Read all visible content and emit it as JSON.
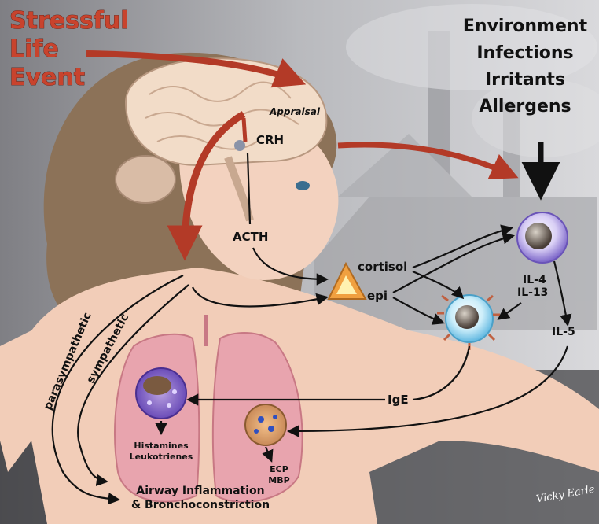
{
  "diagram": {
    "title_lines": [
      "Stressful",
      "Life",
      "Event"
    ],
    "triggers": [
      "Environment",
      "Infections",
      "Irritants",
      "Allergens"
    ],
    "labels": {
      "appraisal": "Appraisal",
      "crh": "CRH",
      "acth": "ACTH",
      "cortisol": "cortisol",
      "epi": "epi",
      "il4": "IL-4",
      "il13": "IL-13",
      "il5": "IL-5",
      "ige": "IgE",
      "parasympathetic": "parasympathetic",
      "sympathetic": "sympathetic",
      "histamines": "Histamines",
      "leukotrienes": "Leukotrienes",
      "ecp": "ECP",
      "mbp": "MBP",
      "outcome_line1": "Airway Inflammation",
      "outcome_line2": "& Bronchoconstriction",
      "signature": "Vicky Earle"
    },
    "colors": {
      "stress_arrow": "#c0392b",
      "lung": "#e8a4ae",
      "skin": "#f2cdb8",
      "hair": "#8c7258",
      "adrenal": "#f0a040",
      "cell_purple": "#7a64c8",
      "cell_blue": "#8ad0ec"
    }
  }
}
